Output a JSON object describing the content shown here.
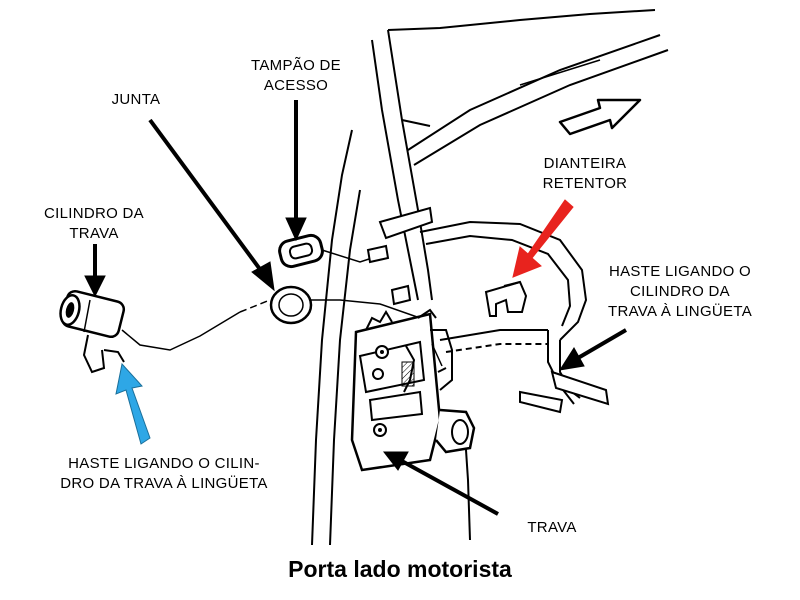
{
  "labels": {
    "tampao": [
      "TAMPÃO DE",
      "ACESSO"
    ],
    "junta": [
      "JUNTA"
    ],
    "cilindro": [
      "CILINDRO DA",
      "TRAVA"
    ],
    "dianteira": [
      "DIANTEIRA",
      "RETENTOR"
    ],
    "haste_right": [
      "HASTE LIGANDO O",
      "CILINDRO DA",
      "TRAVA À LINGÜETA"
    ],
    "haste_left": [
      "HASTE LIGANDO O CILIN-",
      "DRO DA TRAVA À LINGÜETA"
    ],
    "trava": [
      "TRAVA"
    ]
  },
  "caption": "Porta lado motorista",
  "colors": {
    "arrow_black": "#000000",
    "arrow_red": "#e8231e",
    "arrow_blue": "#2ea7e6",
    "line": "#000000"
  }
}
